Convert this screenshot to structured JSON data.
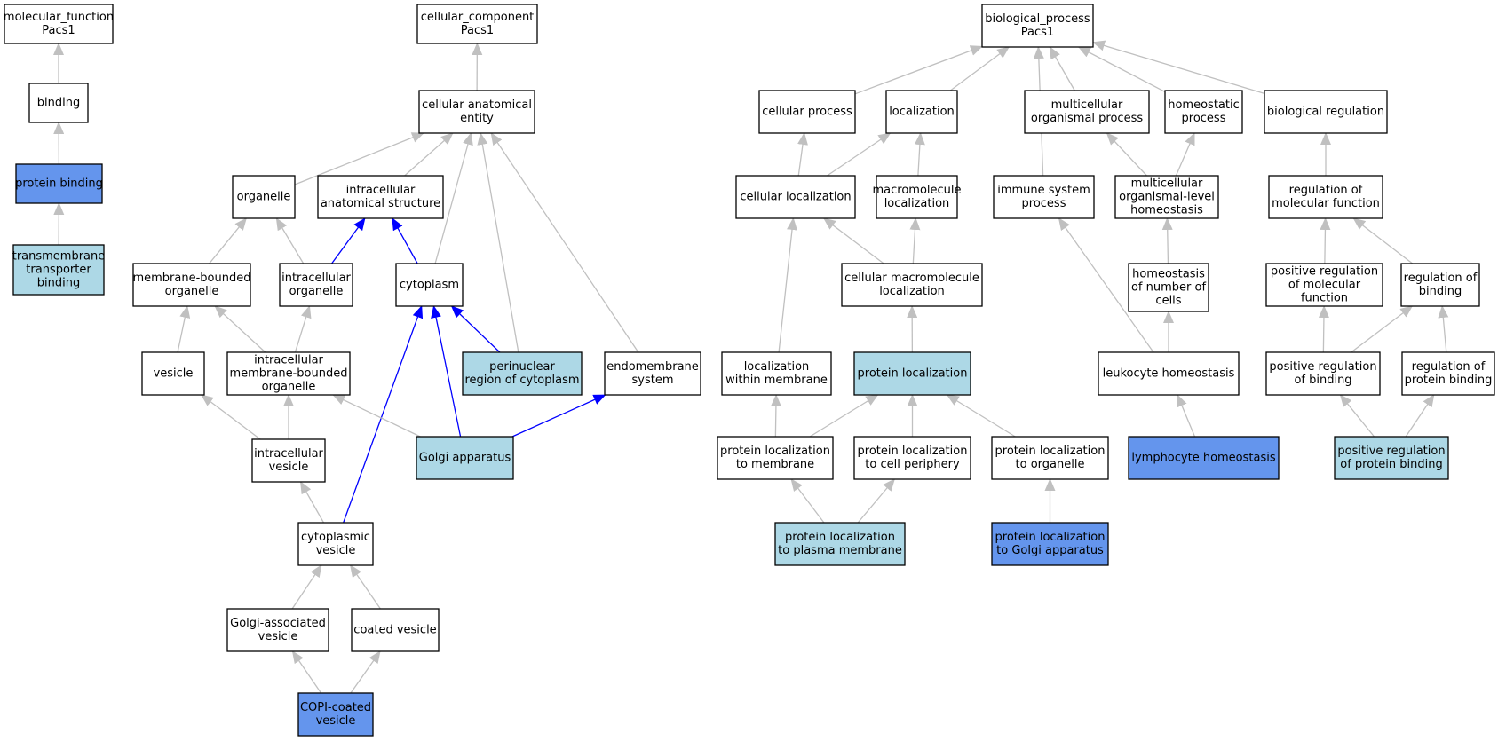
{
  "colors": {
    "plain": "#ffffff",
    "annotated": "#add8e6",
    "direct": "#6495ed",
    "edge_default": "#c0c0c0",
    "edge_highlight": "#0000ff"
  },
  "nodes": [
    {
      "id": "mf",
      "lines": [
        "molecular_function",
        "Pacs1"
      ],
      "style": "plain"
    },
    {
      "id": "binding",
      "lines": [
        "binding"
      ],
      "style": "plain"
    },
    {
      "id": "protein_binding",
      "lines": [
        "protein binding"
      ],
      "style": "direct"
    },
    {
      "id": "tmt_binding",
      "lines": [
        "transmembrane",
        "transporter",
        "binding"
      ],
      "style": "annotated"
    },
    {
      "id": "cc",
      "lines": [
        "cellular_component",
        "Pacs1"
      ],
      "style": "plain"
    },
    {
      "id": "cae",
      "lines": [
        "cellular anatomical",
        "entity"
      ],
      "style": "plain"
    },
    {
      "id": "organelle",
      "lines": [
        "organelle"
      ],
      "style": "plain"
    },
    {
      "id": "ias",
      "lines": [
        "intracellular",
        "anatomical structure"
      ],
      "style": "plain"
    },
    {
      "id": "mbo",
      "lines": [
        "membrane-bounded",
        "organelle"
      ],
      "style": "plain"
    },
    {
      "id": "io",
      "lines": [
        "intracellular",
        "organelle"
      ],
      "style": "plain"
    },
    {
      "id": "cytoplasm",
      "lines": [
        "cytoplasm"
      ],
      "style": "plain"
    },
    {
      "id": "vesicle",
      "lines": [
        "vesicle"
      ],
      "style": "plain"
    },
    {
      "id": "imbo",
      "lines": [
        "intracellular",
        "membrane-bounded",
        "organelle"
      ],
      "style": "plain"
    },
    {
      "id": "perinuclear",
      "lines": [
        "perinuclear",
        "region of cytoplasm"
      ],
      "style": "annotated"
    },
    {
      "id": "endomembrane",
      "lines": [
        "endomembrane",
        "system"
      ],
      "style": "plain"
    },
    {
      "id": "iv",
      "lines": [
        "intracellular",
        "vesicle"
      ],
      "style": "plain"
    },
    {
      "id": "golgi",
      "lines": [
        "Golgi apparatus"
      ],
      "style": "annotated"
    },
    {
      "id": "cv",
      "lines": [
        "cytoplasmic",
        "vesicle"
      ],
      "style": "plain"
    },
    {
      "id": "gav",
      "lines": [
        "Golgi-associated",
        "vesicle"
      ],
      "style": "plain"
    },
    {
      "id": "coated",
      "lines": [
        "coated vesicle"
      ],
      "style": "plain"
    },
    {
      "id": "copi",
      "lines": [
        "COPI-coated",
        "vesicle"
      ],
      "style": "direct"
    },
    {
      "id": "bp",
      "lines": [
        "biological_process",
        "Pacs1"
      ],
      "style": "plain"
    },
    {
      "id": "cp",
      "lines": [
        "cellular process"
      ],
      "style": "plain"
    },
    {
      "id": "loc",
      "lines": [
        "localization"
      ],
      "style": "plain"
    },
    {
      "id": "mop",
      "lines": [
        "multicellular",
        "organismal process"
      ],
      "style": "plain"
    },
    {
      "id": "hp",
      "lines": [
        "homeostatic",
        "process"
      ],
      "style": "plain"
    },
    {
      "id": "br",
      "lines": [
        "biological regulation"
      ],
      "style": "plain"
    },
    {
      "id": "cl",
      "lines": [
        "cellular localization"
      ],
      "style": "plain"
    },
    {
      "id": "ml",
      "lines": [
        "macromolecule",
        "localization"
      ],
      "style": "plain"
    },
    {
      "id": "isp",
      "lines": [
        "immune system",
        "process"
      ],
      "style": "plain"
    },
    {
      "id": "mlh",
      "lines": [
        "multicellular",
        "organismal-level",
        "homeostasis"
      ],
      "style": "plain"
    },
    {
      "id": "rmf",
      "lines": [
        "regulation of",
        "molecular function"
      ],
      "style": "plain"
    },
    {
      "id": "cml",
      "lines": [
        "cellular macromolecule",
        "localization"
      ],
      "style": "plain"
    },
    {
      "id": "hnc",
      "lines": [
        "homeostasis",
        "of number of",
        "cells"
      ],
      "style": "plain"
    },
    {
      "id": "prmf",
      "lines": [
        "positive regulation",
        "of molecular",
        "function"
      ],
      "style": "plain"
    },
    {
      "id": "rb",
      "lines": [
        "regulation of",
        "binding"
      ],
      "style": "plain"
    },
    {
      "id": "lwm",
      "lines": [
        "localization",
        "within membrane"
      ],
      "style": "plain"
    },
    {
      "id": "pl",
      "lines": [
        "protein localization"
      ],
      "style": "annotated"
    },
    {
      "id": "lh",
      "lines": [
        "leukocyte homeostasis"
      ],
      "style": "plain"
    },
    {
      "id": "prb",
      "lines": [
        "positive regulation",
        "of binding"
      ],
      "style": "plain"
    },
    {
      "id": "rpb",
      "lines": [
        "regulation of",
        "protein binding"
      ],
      "style": "plain"
    },
    {
      "id": "pltm",
      "lines": [
        "protein localization",
        "to membrane"
      ],
      "style": "plain"
    },
    {
      "id": "pltcp",
      "lines": [
        "protein localization",
        "to cell periphery"
      ],
      "style": "plain"
    },
    {
      "id": "plto",
      "lines": [
        "protein localization",
        "to organelle"
      ],
      "style": "plain"
    },
    {
      "id": "lymph",
      "lines": [
        "lymphocyte homeostasis"
      ],
      "style": "direct"
    },
    {
      "id": "prpb",
      "lines": [
        "positive regulation",
        "of protein binding"
      ],
      "style": "annotated"
    },
    {
      "id": "pltpm",
      "lines": [
        "protein localization",
        "to plasma membrane"
      ],
      "style": "annotated"
    },
    {
      "id": "pltga",
      "lines": [
        "protein localization",
        "to Golgi apparatus"
      ],
      "style": "direct"
    }
  ],
  "edges": [
    {
      "from": "binding",
      "to": "mf",
      "style": "default"
    },
    {
      "from": "protein_binding",
      "to": "binding",
      "style": "default"
    },
    {
      "from": "tmt_binding",
      "to": "protein_binding",
      "style": "default"
    },
    {
      "from": "cae",
      "to": "cc",
      "style": "default"
    },
    {
      "from": "organelle",
      "to": "cae",
      "style": "default"
    },
    {
      "from": "ias",
      "to": "cae",
      "style": "default"
    },
    {
      "from": "cytoplasm",
      "to": "cae",
      "style": "default"
    },
    {
      "from": "perinuclear",
      "to": "cae",
      "style": "default"
    },
    {
      "from": "endomembrane",
      "to": "cae",
      "style": "default"
    },
    {
      "from": "mbo",
      "to": "organelle",
      "style": "default"
    },
    {
      "from": "io",
      "to": "organelle",
      "style": "default"
    },
    {
      "from": "io",
      "to": "ias",
      "style": "highlight"
    },
    {
      "from": "cytoplasm",
      "to": "ias",
      "style": "highlight"
    },
    {
      "from": "vesicle",
      "to": "mbo",
      "style": "default"
    },
    {
      "from": "imbo",
      "to": "mbo",
      "style": "default"
    },
    {
      "from": "imbo",
      "to": "io",
      "style": "default"
    },
    {
      "from": "perinuclear",
      "to": "cytoplasm",
      "style": "highlight"
    },
    {
      "from": "golgi",
      "to": "cytoplasm",
      "style": "highlight"
    },
    {
      "from": "cv",
      "to": "cytoplasm",
      "style": "highlight"
    },
    {
      "from": "iv",
      "to": "vesicle",
      "style": "default"
    },
    {
      "from": "iv",
      "to": "imbo",
      "style": "default"
    },
    {
      "from": "golgi",
      "to": "imbo",
      "style": "default"
    },
    {
      "from": "golgi",
      "to": "endomembrane",
      "style": "highlight"
    },
    {
      "from": "cv",
      "to": "iv",
      "style": "default"
    },
    {
      "from": "gav",
      "to": "cv",
      "style": "default"
    },
    {
      "from": "coated",
      "to": "cv",
      "style": "default"
    },
    {
      "from": "copi",
      "to": "gav",
      "style": "default"
    },
    {
      "from": "copi",
      "to": "coated",
      "style": "default"
    },
    {
      "from": "cp",
      "to": "bp",
      "style": "default"
    },
    {
      "from": "loc",
      "to": "bp",
      "style": "default"
    },
    {
      "from": "mop",
      "to": "bp",
      "style": "default"
    },
    {
      "from": "hp",
      "to": "bp",
      "style": "default"
    },
    {
      "from": "br",
      "to": "bp",
      "style": "default"
    },
    {
      "from": "isp",
      "to": "bp",
      "style": "default"
    },
    {
      "from": "cl",
      "to": "cp",
      "style": "default"
    },
    {
      "from": "cl",
      "to": "loc",
      "style": "default"
    },
    {
      "from": "ml",
      "to": "loc",
      "style": "default"
    },
    {
      "from": "mlh",
      "to": "mop",
      "style": "default"
    },
    {
      "from": "mlh",
      "to": "hp",
      "style": "default"
    },
    {
      "from": "rmf",
      "to": "br",
      "style": "default"
    },
    {
      "from": "cml",
      "to": "cl",
      "style": "default"
    },
    {
      "from": "cml",
      "to": "ml",
      "style": "default"
    },
    {
      "from": "hnc",
      "to": "mlh",
      "style": "default"
    },
    {
      "from": "prmf",
      "to": "rmf",
      "style": "default"
    },
    {
      "from": "rb",
      "to": "rmf",
      "style": "default"
    },
    {
      "from": "lwm",
      "to": "cl",
      "style": "default"
    },
    {
      "from": "pl",
      "to": "cml",
      "style": "default"
    },
    {
      "from": "lh",
      "to": "hnc",
      "style": "default"
    },
    {
      "from": "lh",
      "to": "isp",
      "style": "default"
    },
    {
      "from": "prb",
      "to": "prmf",
      "style": "default"
    },
    {
      "from": "prb",
      "to": "rb",
      "style": "default"
    },
    {
      "from": "rpb",
      "to": "rb",
      "style": "default"
    },
    {
      "from": "pltm",
      "to": "lwm",
      "style": "default"
    },
    {
      "from": "pltm",
      "to": "pl",
      "style": "default"
    },
    {
      "from": "pltcp",
      "to": "pl",
      "style": "default"
    },
    {
      "from": "plto",
      "to": "pl",
      "style": "default"
    },
    {
      "from": "lymph",
      "to": "lh",
      "style": "default"
    },
    {
      "from": "prpb",
      "to": "prb",
      "style": "default"
    },
    {
      "from": "prpb",
      "to": "rpb",
      "style": "default"
    },
    {
      "from": "pltpm",
      "to": "pltm",
      "style": "default"
    },
    {
      "from": "pltpm",
      "to": "pltcp",
      "style": "default"
    },
    {
      "from": "pltga",
      "to": "plto",
      "style": "default"
    }
  ]
}
